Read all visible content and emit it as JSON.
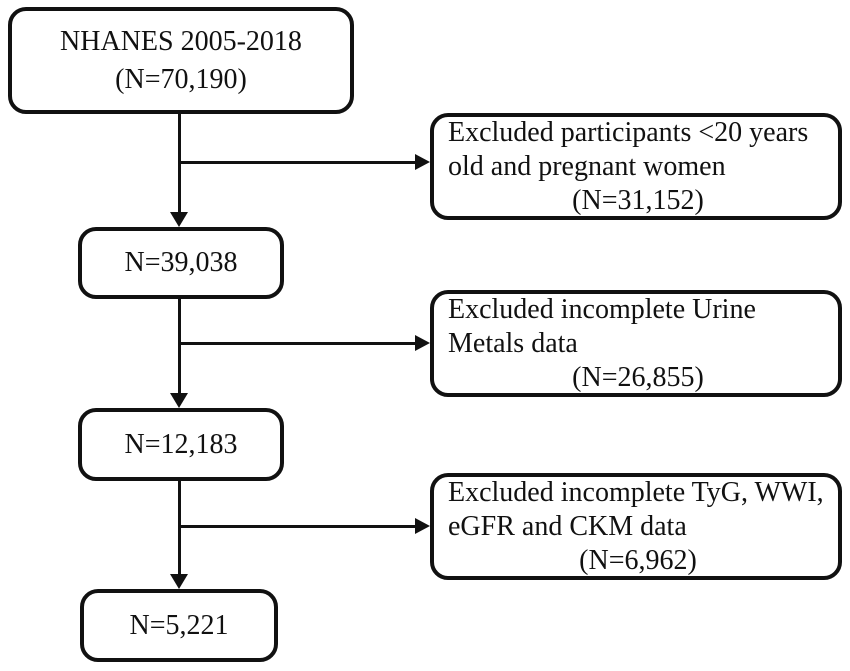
{
  "figure": {
    "type": "participant-flow-diagram",
    "colors": {
      "line": "#111111",
      "box_border": "#111111",
      "box_fill": "#ffffff",
      "background": "#ffffff"
    },
    "start_box": {
      "line1": "NHANES 2005-2018",
      "line2": "(N=70,190)"
    },
    "step_boxes": {
      "n1": "N=39,038",
      "n2": "N=12,183",
      "n3": "N=5,221"
    },
    "exclusions": {
      "e1": {
        "line1": "Excluded participants <20 years",
        "line2": "old and pregnant women",
        "n": "(N=31,152)"
      },
      "e2": {
        "line1": "Excluded incomplete Urine",
        "line2": "Metals data",
        "n": "(N=26,855)"
      },
      "e3": {
        "line1": "Excluded incomplete TyG, WWI,",
        "line2": "eGFR and CKM data",
        "n": "(N=6,962)"
      }
    }
  }
}
